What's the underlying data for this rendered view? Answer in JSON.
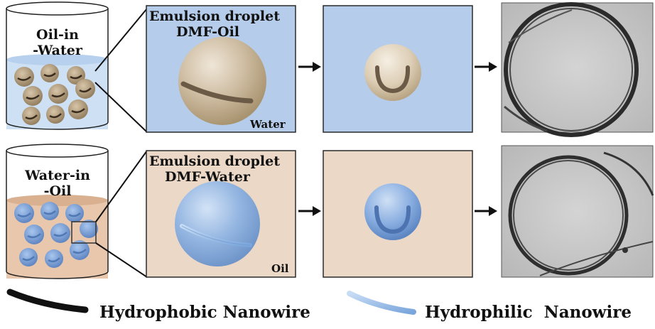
{
  "beakers": {
    "top": {
      "line1": "Oil-in",
      "line2": "-Water"
    },
    "bottom": {
      "line1": "Water-in",
      "line2": "-Oil"
    }
  },
  "panels": {
    "top": {
      "title_line1": "Emulsion droplet",
      "title_line2": "DMF-Oil",
      "medium": "Water"
    },
    "bottom": {
      "title_line1": "Emulsion droplet",
      "title_line2": "DMF-Water",
      "medium": "Oil"
    }
  },
  "legend": {
    "hydrophobic": "Hydrophobic Nanowire",
    "hydrophilic": "Hydrophilic  Nanowire"
  },
  "colors": {
    "blue_panel": "#b5cdea",
    "beige_panel": "#ecd8c6",
    "oil_droplet": "#c9b59a",
    "water_droplet": "#8fb2e0",
    "hydrophobic_wire": "#111111",
    "hydrophilic_wire": "#9cc0ec"
  }
}
